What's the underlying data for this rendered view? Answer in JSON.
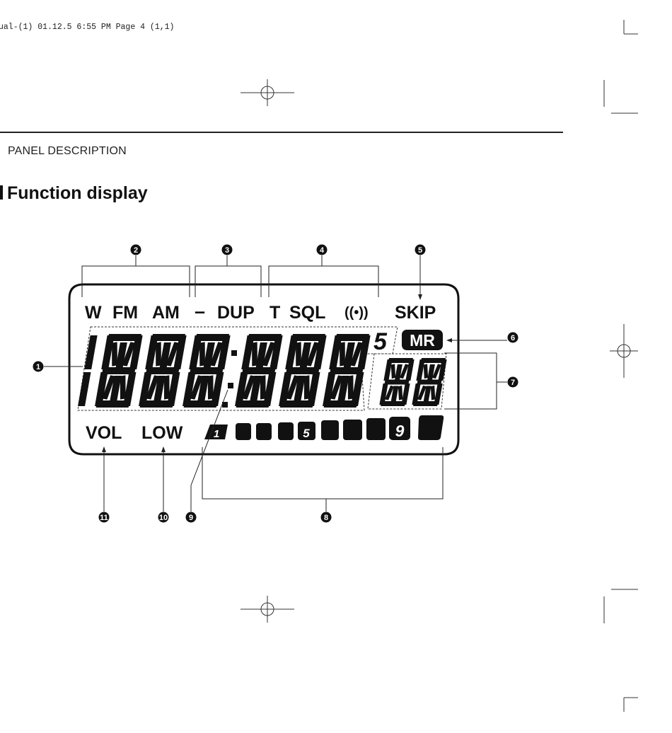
{
  "print_header": "ual-(1)  01.12.5 6:55 PM  Page 4 (1,1)",
  "section_title": "PANEL DESCRIPTION",
  "page_heading": "Function display",
  "lcd": {
    "mode_labels": {
      "w": "W",
      "fm": "FM",
      "am": "AM",
      "minus": "–",
      "dup": "DUP",
      "t": "T",
      "sql": "SQL",
      "priority": "((•))",
      "skip": "SKIP"
    },
    "small_digit": "5",
    "mr_badge": "MR",
    "vol_label": "VOL",
    "low_label": "LOW",
    "meter_numbers": [
      "1",
      "5",
      "9"
    ]
  },
  "callouts": {
    "c1": "1",
    "c2": "2",
    "c3": "3",
    "c4": "4",
    "c5": "5",
    "c6": "6",
    "c7": "7",
    "c8": "8",
    "c9": "9",
    "c10": "10",
    "c11": "11"
  }
}
